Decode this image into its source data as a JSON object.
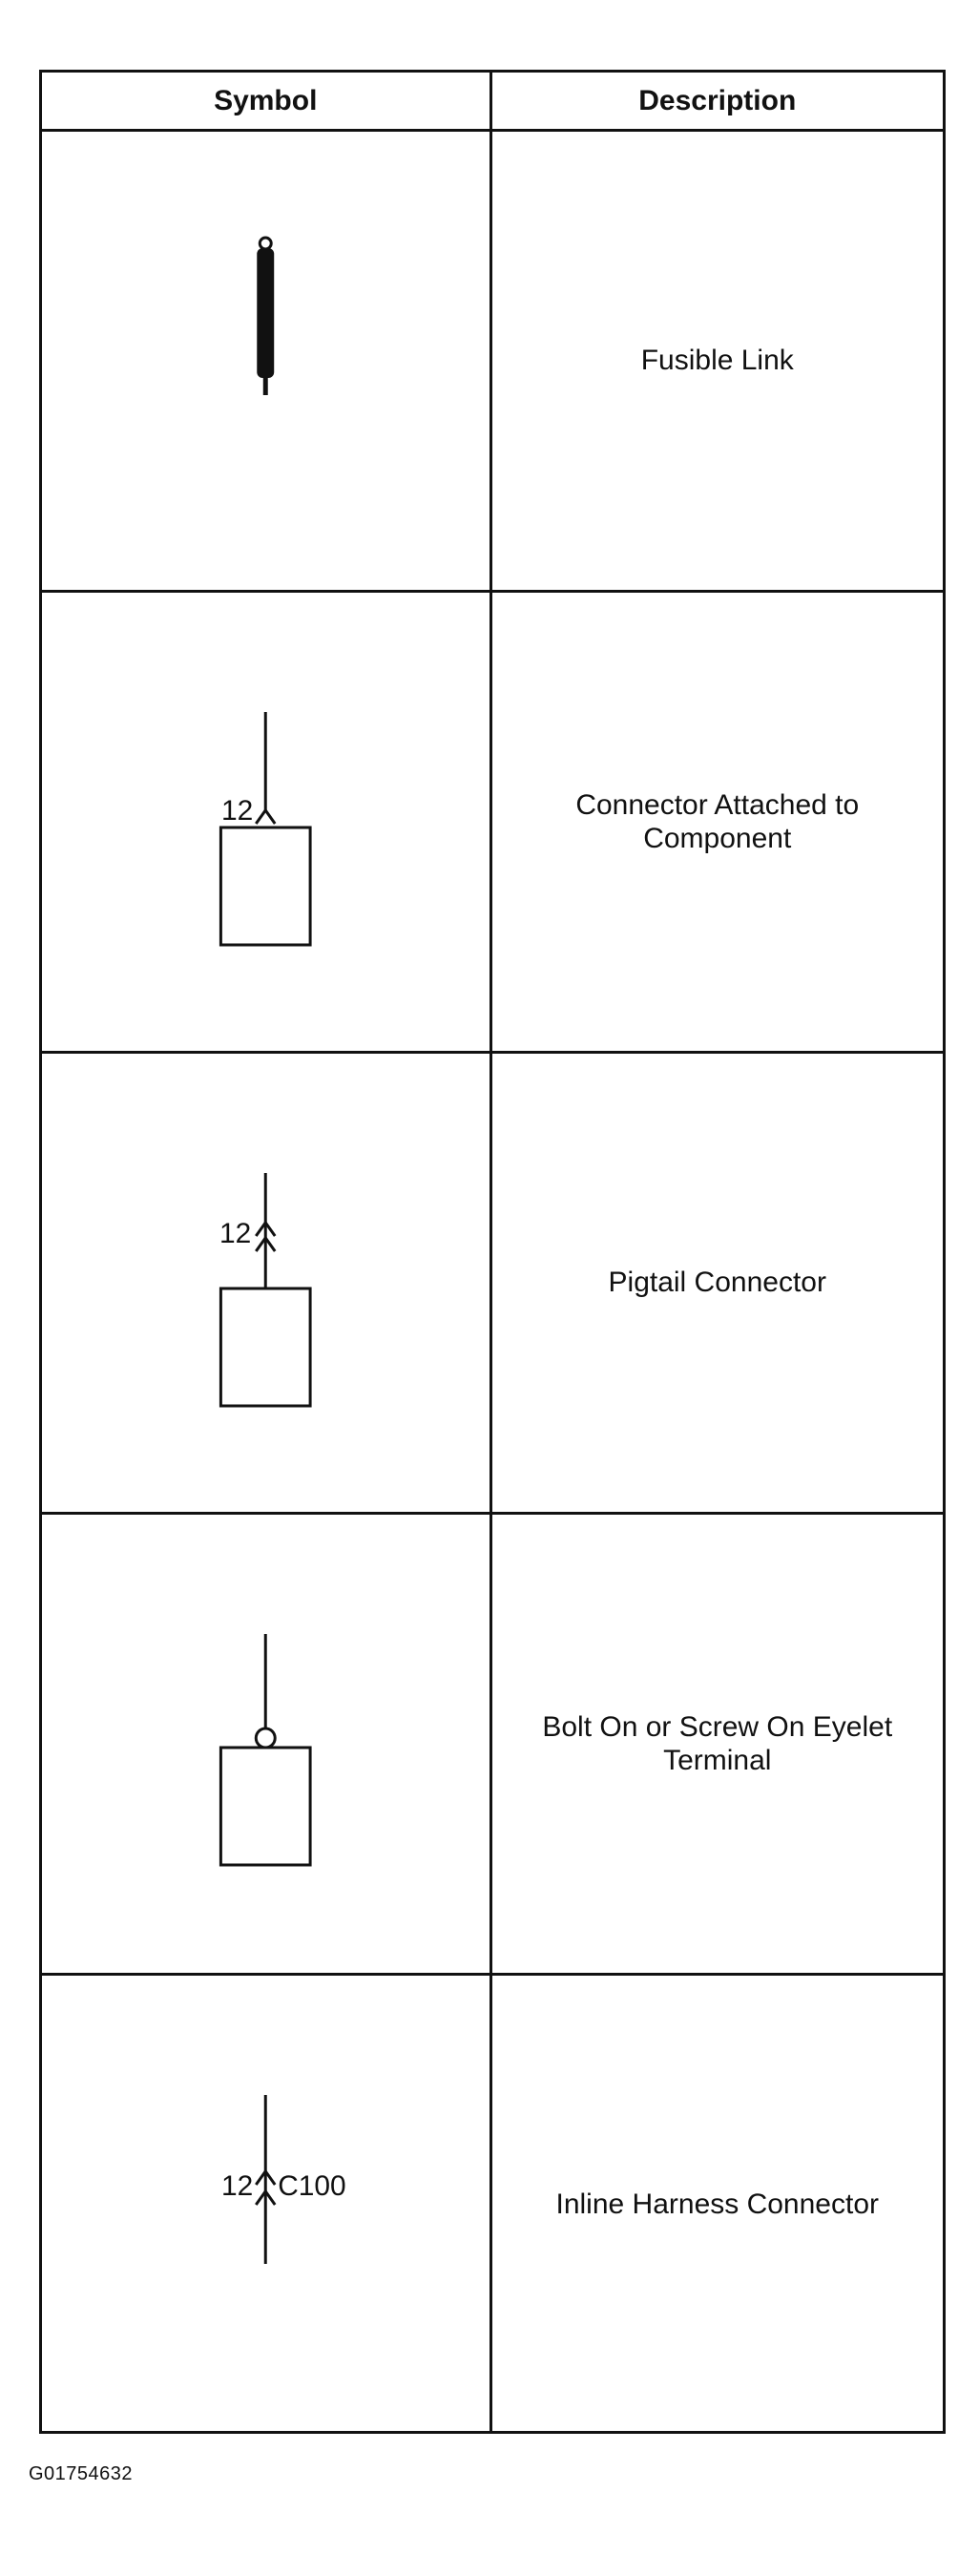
{
  "table": {
    "headers": {
      "symbol": "Symbol",
      "description": "Description"
    },
    "rows": [
      {
        "symbol_icon": "fusible-link-icon",
        "description": "Fusible Link"
      },
      {
        "symbol_icon": "connector-attached-to-component-icon",
        "symbol_label": "12",
        "description": "Connector Attached to Component"
      },
      {
        "symbol_icon": "pigtail-connector-icon",
        "symbol_label": "12",
        "description": "Pigtail Connector"
      },
      {
        "symbol_icon": "eyelet-terminal-icon",
        "description": "Bolt On or Screw On Eyelet Terminal"
      },
      {
        "symbol_icon": "inline-harness-connector-icon",
        "symbol_label": "12",
        "symbol_label_2": "C100",
        "description": "Inline Harness Connector"
      }
    ]
  },
  "footer": {
    "code": "G01754632"
  }
}
